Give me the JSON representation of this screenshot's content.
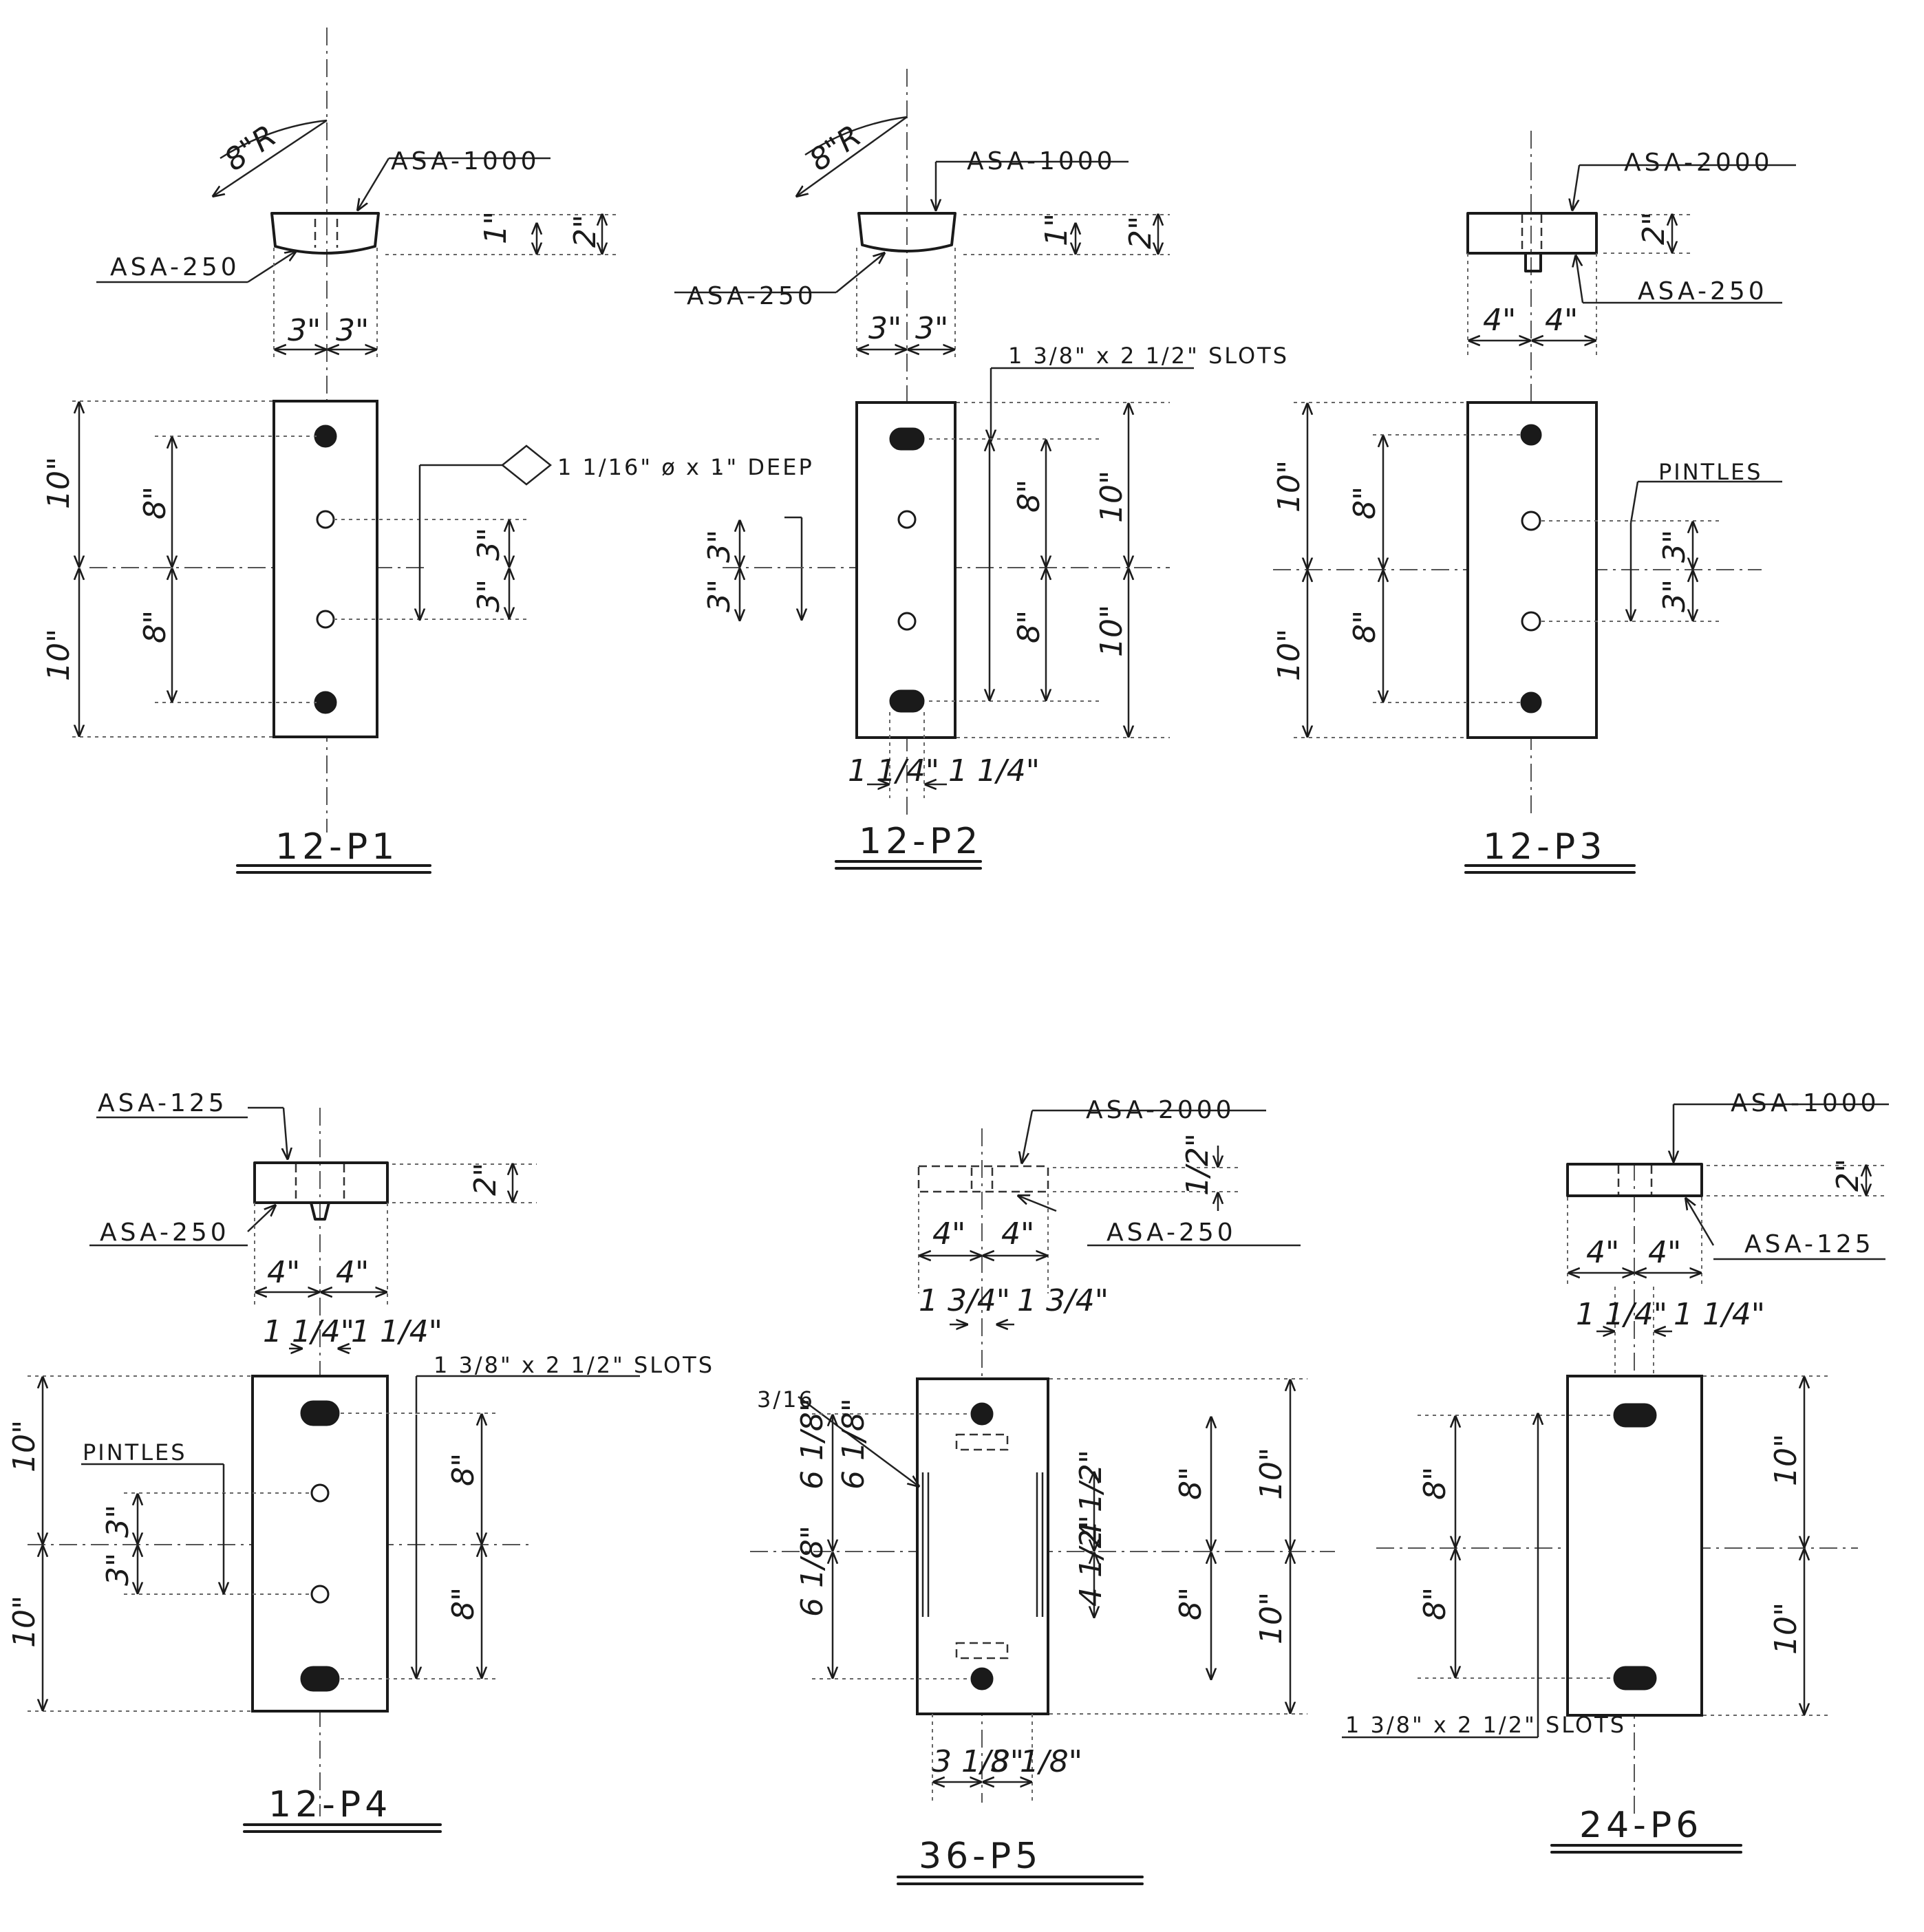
{
  "drawing": {
    "parts": [
      {
        "title": "12-P1",
        "radius": "8\"R",
        "top_label": "ASA-1000",
        "bottom_label": "ASA-250",
        "thick_1": "1\"",
        "thick_2": "2\"",
        "w_left": "3\"",
        "w_right": "3\"",
        "v_10a": "10\"",
        "v_10b": "10\"",
        "v_8a": "8\"",
        "v_8b": "8\"",
        "hole_note": "1 1/16\" ø x 1\" DEEP",
        "v_3a": "3\"",
        "v_3b": "3\""
      },
      {
        "title": "12-P2",
        "radius": "8\"R",
        "top_label": "ASA-1000",
        "bottom_label": "ASA-250",
        "thick_1": "1\"",
        "thick_2": "2\"",
        "w_left": "3\"",
        "w_right": "3\"",
        "slots": "1 3/8\" x 2 1/2\" SLOTS",
        "v_8a": "8\"",
        "v_8b": "8\"",
        "v_10a": "10\"",
        "v_10b": "10\"",
        "v_3a": "3\"",
        "v_3b": "3\"",
        "b_left": "1 1/4\"",
        "b_right": "1 1/4\""
      },
      {
        "title": "12-P3",
        "top_label": "ASA-2000",
        "bottom_label": "ASA-250",
        "thick_2": "2\"",
        "w_left": "4\"",
        "w_right": "4\"",
        "pintles": "PINTLES",
        "v_10a": "10\"",
        "v_10b": "10\"",
        "v_8a": "8\"",
        "v_8b": "8\"",
        "v_3a": "3\"",
        "v_3b": "3\""
      },
      {
        "title": "12-P4",
        "top_label": "ASA-125",
        "bottom_label": "ASA-250",
        "thick_2": "2\"",
        "w_left": "4\"",
        "w_right": "4\"",
        "s_left": "1 1/4\"",
        "s_right": "1 1/4\"",
        "slots": "1 3/8\" x 2 1/2\" SLOTS",
        "pintles": "PINTLES",
        "v_10a": "10\"",
        "v_10b": "10\"",
        "v_3a": "3\"",
        "v_3b": "3\"",
        "v_8a": "8\"",
        "v_8b": "8\""
      },
      {
        "title": "36-P5",
        "top_label": "ASA-2000",
        "bottom_label": "ASA-250",
        "thick_2": "1/2\"",
        "w_left": "4\"",
        "w_right": "4\"",
        "s_left": "1 3/4\"",
        "s_right": "1 3/4\"",
        "weld": "3/16",
        "v_68a": "6 1/8\"",
        "v_68b": "6 1/8\"",
        "v_68c": "6 1/8\"",
        "v_42a": "4 1/2\"",
        "v_42b": "4 1/2\"",
        "v_8a": "8\"",
        "v_8b": "8\"",
        "v_10a": "10\"",
        "v_10b": "10\"",
        "b_left": "3 1/8\"",
        "b_right": "3 1/8\""
      },
      {
        "title": "24-P6",
        "top_label": "ASA-1000",
        "bottom_label": "ASA-125",
        "thick_2": "2\"",
        "w_left": "4\"",
        "w_right": "4\"",
        "s_left": "1 1/4\"",
        "s_right": "1 1/4\"",
        "v_8a": "8\"",
        "v_8b": "8\"",
        "v_10a": "10\"",
        "v_10b": "10\"",
        "slots": "1 3/8\" x 2 1/2\" SLOTS"
      }
    ]
  }
}
